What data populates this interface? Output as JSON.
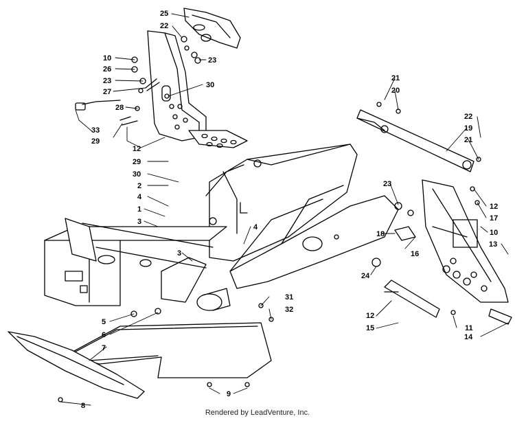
{
  "diagram": {
    "callouts": [
      "25",
      "22",
      "10",
      "26",
      "23",
      "23",
      "27",
      "30",
      "28",
      "33",
      "29",
      "12",
      "29",
      "30",
      "2",
      "4",
      "1",
      "3",
      "4",
      "3",
      "5",
      "6",
      "7",
      "8",
      "9",
      "31",
      "32",
      "21",
      "20",
      "22",
      "19",
      "21",
      "23",
      "12",
      "17",
      "18",
      "16",
      "10",
      "13",
      "24",
      "12",
      "15",
      "11",
      "14"
    ]
  },
  "footer": {
    "credit": "Rendered by LeadVenture, Inc."
  },
  "colors": {
    "line": "#000000",
    "background": "#ffffff"
  }
}
